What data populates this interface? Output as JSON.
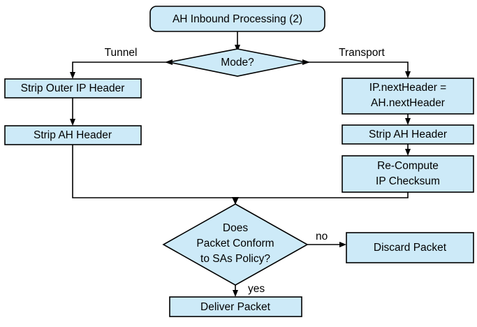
{
  "diagram": {
    "title": "AH Inbound Processing (2)",
    "type": "flowchart",
    "colors": {
      "node_fill": "#cdeaf8",
      "node_stroke": "#000000",
      "background": "#ffffff",
      "text": "#000000"
    },
    "nodes": [
      {
        "id": "start",
        "shape": "rounded-rectangle",
        "lines": [
          "AH Inbound Processing (2)"
        ],
        "label": "AH Inbound Processing (2)"
      },
      {
        "id": "mode",
        "shape": "diamond",
        "lines": [
          "Mode?"
        ],
        "label": "Mode?"
      },
      {
        "id": "strip-outer-ip-header",
        "shape": "rectangle",
        "lines": [
          "Strip Outer IP Header"
        ],
        "label": "Strip Outer IP Header"
      },
      {
        "id": "strip-ah-header-tunnel",
        "shape": "rectangle",
        "lines": [
          "Strip AH Header"
        ],
        "label": "Strip AH Header"
      },
      {
        "id": "ip-nextheader-assign",
        "shape": "rectangle",
        "lines": [
          "IP.nextHeader =",
          "AH.nextHeader"
        ],
        "label": "IP.nextHeader = AH.nextHeader"
      },
      {
        "id": "strip-ah-header-transport",
        "shape": "rectangle",
        "lines": [
          "Strip AH Header"
        ],
        "label": "Strip AH Header"
      },
      {
        "id": "recompute-ip-checksum",
        "shape": "rectangle",
        "lines": [
          "Re-Compute",
          "IP Checksum"
        ],
        "label": "Re-Compute IP Checksum"
      },
      {
        "id": "conform-check",
        "shape": "diamond",
        "lines": [
          "Does",
          "Packet Conform",
          "to SAs Policy?"
        ],
        "label": "Does Packet Conform to SAs Policy?"
      },
      {
        "id": "discard-packet",
        "shape": "rectangle",
        "lines": [
          "Discard Packet"
        ],
        "label": "Discard Packet"
      },
      {
        "id": "deliver-packet",
        "shape": "rectangle",
        "lines": [
          "Deliver Packet"
        ],
        "label": "Deliver Packet"
      }
    ],
    "edge_labels": {
      "tunnel": "Tunnel",
      "transport": "Transport",
      "no": "no",
      "yes": "yes"
    },
    "edges": [
      {
        "from": "start",
        "to": "mode",
        "label": ""
      },
      {
        "from": "mode",
        "to": "strip-outer-ip-header",
        "label": "Tunnel"
      },
      {
        "from": "mode",
        "to": "ip-nextheader-assign",
        "label": "Transport"
      },
      {
        "from": "strip-outer-ip-header",
        "to": "strip-ah-header-tunnel",
        "label": ""
      },
      {
        "from": "ip-nextheader-assign",
        "to": "strip-ah-header-transport",
        "label": ""
      },
      {
        "from": "strip-ah-header-transport",
        "to": "recompute-ip-checksum",
        "label": ""
      },
      {
        "from": "strip-ah-header-tunnel",
        "to": "conform-check",
        "label": ""
      },
      {
        "from": "recompute-ip-checksum",
        "to": "conform-check",
        "label": ""
      },
      {
        "from": "conform-check",
        "to": "discard-packet",
        "label": "no"
      },
      {
        "from": "conform-check",
        "to": "deliver-packet",
        "label": "yes"
      }
    ]
  }
}
